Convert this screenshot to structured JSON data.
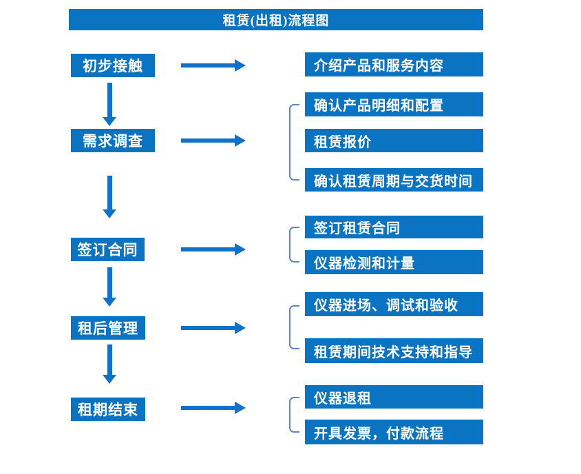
{
  "title": "租赁(出租)流程图",
  "colors": {
    "box_fill": "#0b74c2",
    "arrow": "#1171c9",
    "bracket": "#5e86c2",
    "text": "#ffffff"
  },
  "flow": {
    "steps": [
      {
        "label": "初步接触",
        "details": [
          "介绍产品和服务内容"
        ]
      },
      {
        "label": "需求调查",
        "details": [
          "确认产品明细和配置",
          "租赁报价",
          "确认租赁周期与交货时间"
        ]
      },
      {
        "label": "签订合同",
        "details": [
          "签订租赁合同",
          "仪器检测和计量"
        ]
      },
      {
        "label": "租后管理",
        "details": [
          "仪器进场、调试和验收",
          "租赁期间技术支持和指导"
        ]
      },
      {
        "label": "租期结束",
        "details": [
          "仪器退租",
          "开具发票，付款流程"
        ]
      }
    ]
  }
}
